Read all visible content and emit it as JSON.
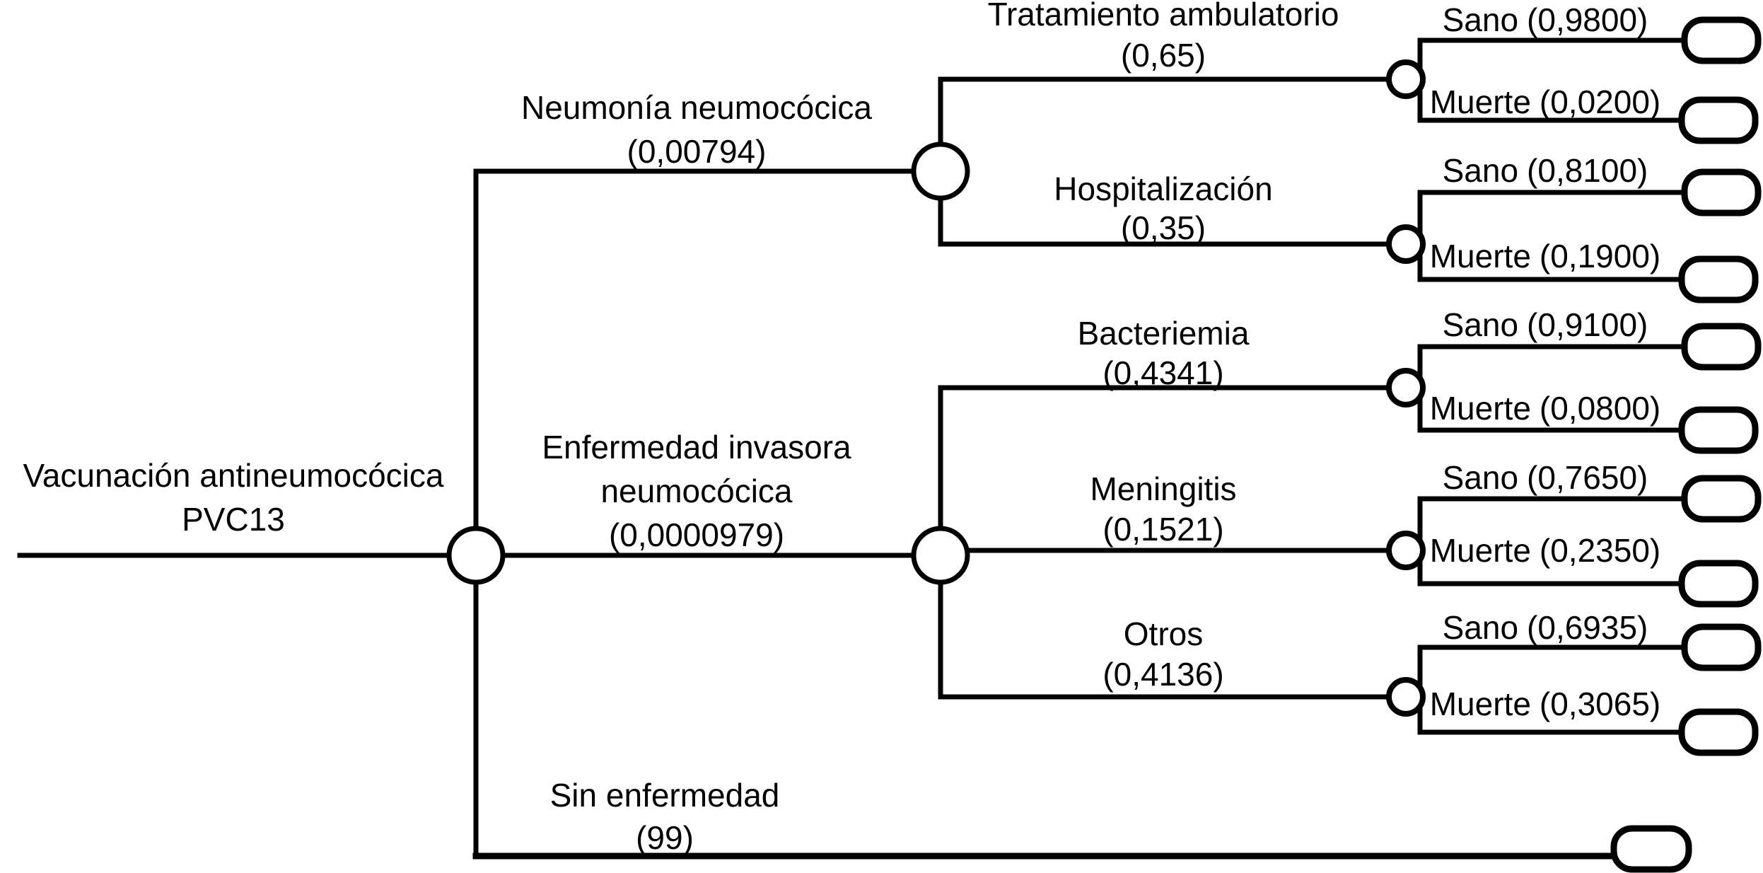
{
  "figure_type": "decision-tree",
  "colors": {
    "line": "#000000",
    "background": "#ffffff",
    "node_fill": "#ffffff"
  },
  "tree": {
    "root": {
      "label_line1": "Vacunación antineumocócica",
      "label_line2": "PVC13"
    },
    "level1": [
      {
        "id": "neumonia",
        "label_line1": "Neumonía neumocócica",
        "prob": "(0,00794)"
      },
      {
        "id": "eip",
        "label_line1": "Enfermedad invasora",
        "label_line2": "neumocócica",
        "prob": "(0,0000979)"
      },
      {
        "id": "sin_enfermedad",
        "label_line1": "Sin enfermedad",
        "prob": "(99)"
      }
    ],
    "level2": [
      {
        "id": "tratamiento_ambulatorio",
        "parent": "neumonia",
        "label": "Tratamiento ambulatorio",
        "prob": "(0,65)",
        "outcomes": [
          {
            "label": "Sano",
            "prob": "(0,9800)"
          },
          {
            "label": "Muerte",
            "prob": "(0,0200)"
          }
        ]
      },
      {
        "id": "hospitalizacion",
        "parent": "neumonia",
        "label": "Hospitalización",
        "prob": "(0,35)",
        "outcomes": [
          {
            "label": "Sano",
            "prob": "(0,8100)"
          },
          {
            "label": "Muerte",
            "prob": "(0,1900)"
          }
        ]
      },
      {
        "id": "bacteriemia",
        "parent": "eip",
        "label": "Bacteriemia",
        "prob": "(0,4341)",
        "outcomes": [
          {
            "label": "Sano",
            "prob": "(0,9100)"
          },
          {
            "label": "Muerte",
            "prob": "(0,0800)"
          }
        ]
      },
      {
        "id": "meningitis",
        "parent": "eip",
        "label": "Meningitis",
        "prob": "(0,1521)",
        "outcomes": [
          {
            "label": "Sano",
            "prob": "(0,7650)"
          },
          {
            "label": "Muerte",
            "prob": "(0,2350)"
          }
        ]
      },
      {
        "id": "otros",
        "parent": "eip",
        "label": "Otros",
        "prob": "(0,4136)",
        "outcomes": [
          {
            "label": "Sano",
            "prob": "(0,6935)"
          },
          {
            "label": "Muerte",
            "prob": "(0,3065)"
          }
        ]
      }
    ]
  }
}
